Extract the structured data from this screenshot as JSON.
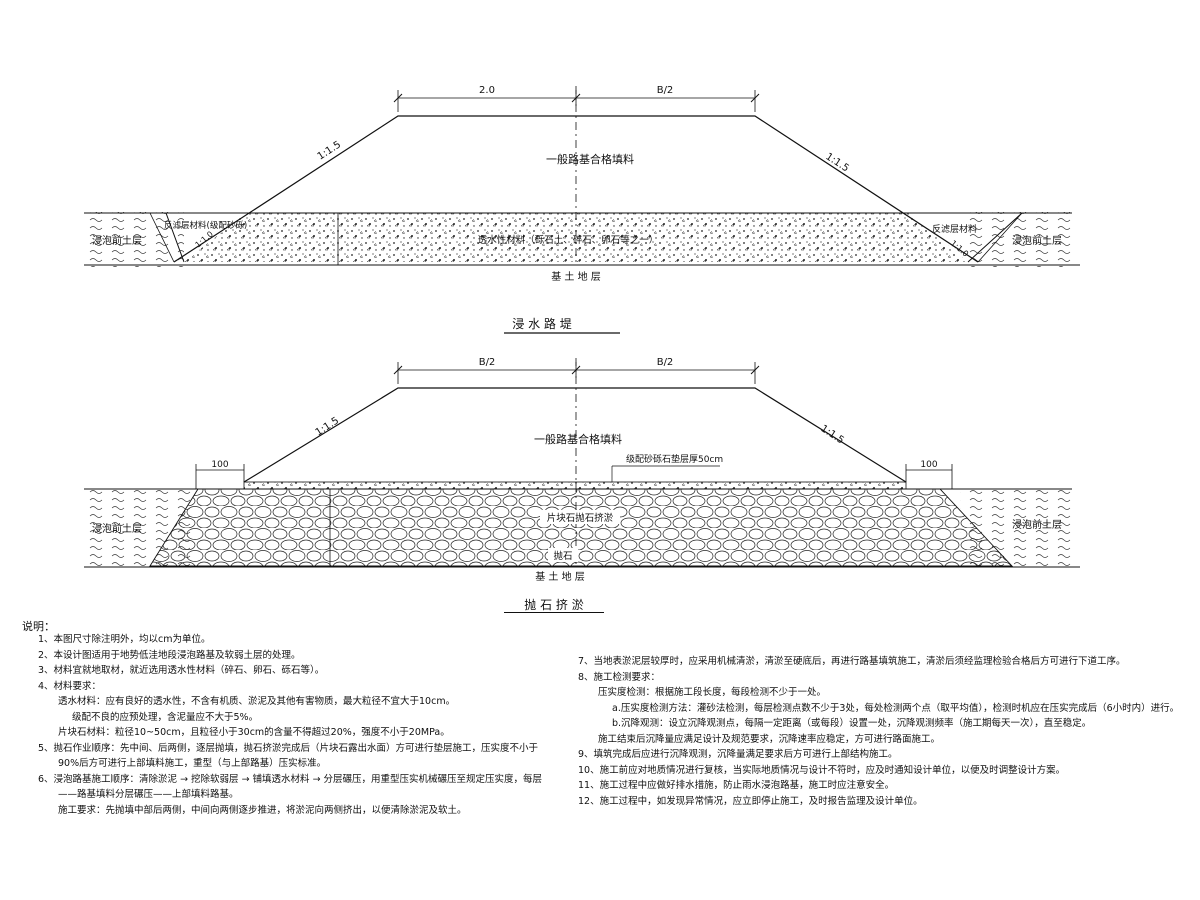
{
  "sections": {
    "top": {
      "caption": "浸 水 路 堤",
      "dim_left": "2.0",
      "dim_right": "B/2",
      "slope_left": "1:1.5",
      "slope_right": "1:1.5",
      "fill_label": "一般路基合格填料",
      "layer_label": "透水性材料（砾石土、碎石、卵石等之一）",
      "label_left_water": "浸泡前土层",
      "label_right_water": "浸泡前土层",
      "label_left_slope": "反滤层材料(级配砂砾)",
      "label_right_slope": "反滤层材料",
      "label_left_edge": "1:1.0",
      "label_right_edge": "1:1.0",
      "bottom_label": "基 土 地 层"
    },
    "bottom": {
      "caption": "抛 石 挤 淤",
      "dim_left": "B/2",
      "dim_right": "B/2",
      "slope_left": "1:1.5",
      "slope_right": "1:1.5",
      "fill_label": "一般路基合格填料",
      "cushion_label": "级配砂砾石垫层厚50cm",
      "berm_left": "100",
      "berm_right": "100",
      "rock_label": "片块石抛石挤淤",
      "rock_label2": "抛石",
      "label_left_water": "浸泡前土层",
      "label_right_water": "浸泡前土层",
      "bottom_label": "基 土 地 层"
    }
  },
  "notes": {
    "title": "说明：",
    "left": [
      "1、本图尺寸除注明外，均以cm为单位。",
      "2、本设计图适用于地势低洼地段浸泡路基及软弱土层的处理。",
      "3、材料宜就地取材，就近选用透水性材料（碎石、卵石、砾石等）。",
      "4、材料要求：",
      "透水材料：应有良好的透水性，不含有机质、淤泥及其他有害物质，最大粒径不宜大于10cm。",
      "级配不良的应预处理，含泥量应不大于5%。",
      "片块石材料：粒径10~50cm，且粒径小于30cm的含量不得超过20%，强度不小于20MPa。",
      "5、抛石作业顺序：先中间、后两侧，逐层抛填，抛石挤淤完成后（片块石露出水面）方可进行垫层施工，压实度不小于",
      "90%后方可进行上部填料施工，重型（与上部路基）压实标准。",
      "6、浸泡路基施工顺序：清除淤泥 → 挖除软弱层 → 铺填透水材料 → 分层碾压，用重型压实机械碾压至规定压实度，每层",
      "——路基填料分层碾压——上部填料路基。",
      "施工要求：先抛填中部后两侧，中间向两侧逐步推进，将淤泥向两侧挤出，以便清除淤泥及软土。"
    ],
    "right": [
      "7、当地表淤泥层较厚时，应采用机械清淤，清淤至硬底后，再进行路基填筑施工，清淤后须经监理检验合格后方可进行下道工序。",
      "8、施工检测要求：",
      "压实度检测：根据施工段长度，每段检测不少于一处。",
      "a.压实度检测方法：灌砂法检测，每层检测点数不少于3处，每处检测两个点（取平均值），检测时机应在压实完成后（6小时内）进行。",
      "b.沉降观测：设立沉降观测点，每隔一定距离（或每段）设置一处，沉降观测频率（施工期每天一次），直至稳定。",
      "施工结束后沉降量应满足设计及规范要求，沉降速率应稳定，方可进行路面施工。",
      "9、填筑完成后应进行沉降观测，沉降量满足要求后方可进行上部结构施工。",
      "10、施工前应对地质情况进行复核，当实际地质情况与设计不符时，应及时通知设计单位，以便及时调整设计方案。",
      "11、施工过程中应做好排水措施，防止雨水浸泡路基，施工时应注意安全。",
      "12、施工过程中，如发现异常情况，应立即停止施工，及时报告监理及设计单位。"
    ]
  }
}
